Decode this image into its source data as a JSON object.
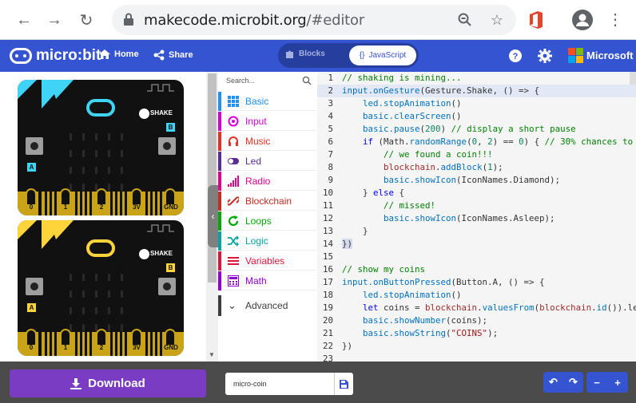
{
  "browser": {
    "url_host": "makecode.microbit.org",
    "url_path": "/#editor"
  },
  "header": {
    "logo_text": "micro:bit",
    "home_label": "Home",
    "share_label": "Share",
    "blocks_label": "Blocks",
    "javascript_label": "JavaScript",
    "microsoft_label": "Microsoft"
  },
  "simulator": {
    "shake_label": "SHAKE",
    "button_a": "A",
    "button_b": "B",
    "pins": [
      "0",
      "1",
      "2",
      "3V",
      "GND"
    ],
    "colors": {
      "board1_accent": "#3fd3f5",
      "board2_accent": "#ffd43b"
    }
  },
  "toolbox": {
    "search_placeholder": "Search...",
    "categories": [
      {
        "label": "Basic",
        "color": "#1e90ff"
      },
      {
        "label": "Input",
        "color": "#d400d4"
      },
      {
        "label": "Music",
        "color": "#e63022"
      },
      {
        "label": "Led",
        "color": "#5c2d91"
      },
      {
        "label": "Radio",
        "color": "#e3008c"
      },
      {
        "label": "Blockchain",
        "color": "#c92c22"
      },
      {
        "label": "Loops",
        "color": "#00aa00"
      },
      {
        "label": "Logic",
        "color": "#00a4a6"
      },
      {
        "label": "Variables",
        "color": "#dc143c"
      },
      {
        "label": "Math",
        "color": "#9400d3"
      }
    ],
    "advanced_label": "Advanced"
  },
  "editor": {
    "line_numbers": [
      "1",
      "2",
      "3",
      "4",
      "5",
      "6",
      "7",
      "8",
      "9",
      "10",
      "11",
      "12",
      "13",
      "14",
      "15",
      "16",
      "17",
      "18",
      "19",
      "20",
      "21",
      "22",
      "23"
    ]
  },
  "bottom": {
    "download_label": "Download",
    "project_name": "micro-coin"
  }
}
